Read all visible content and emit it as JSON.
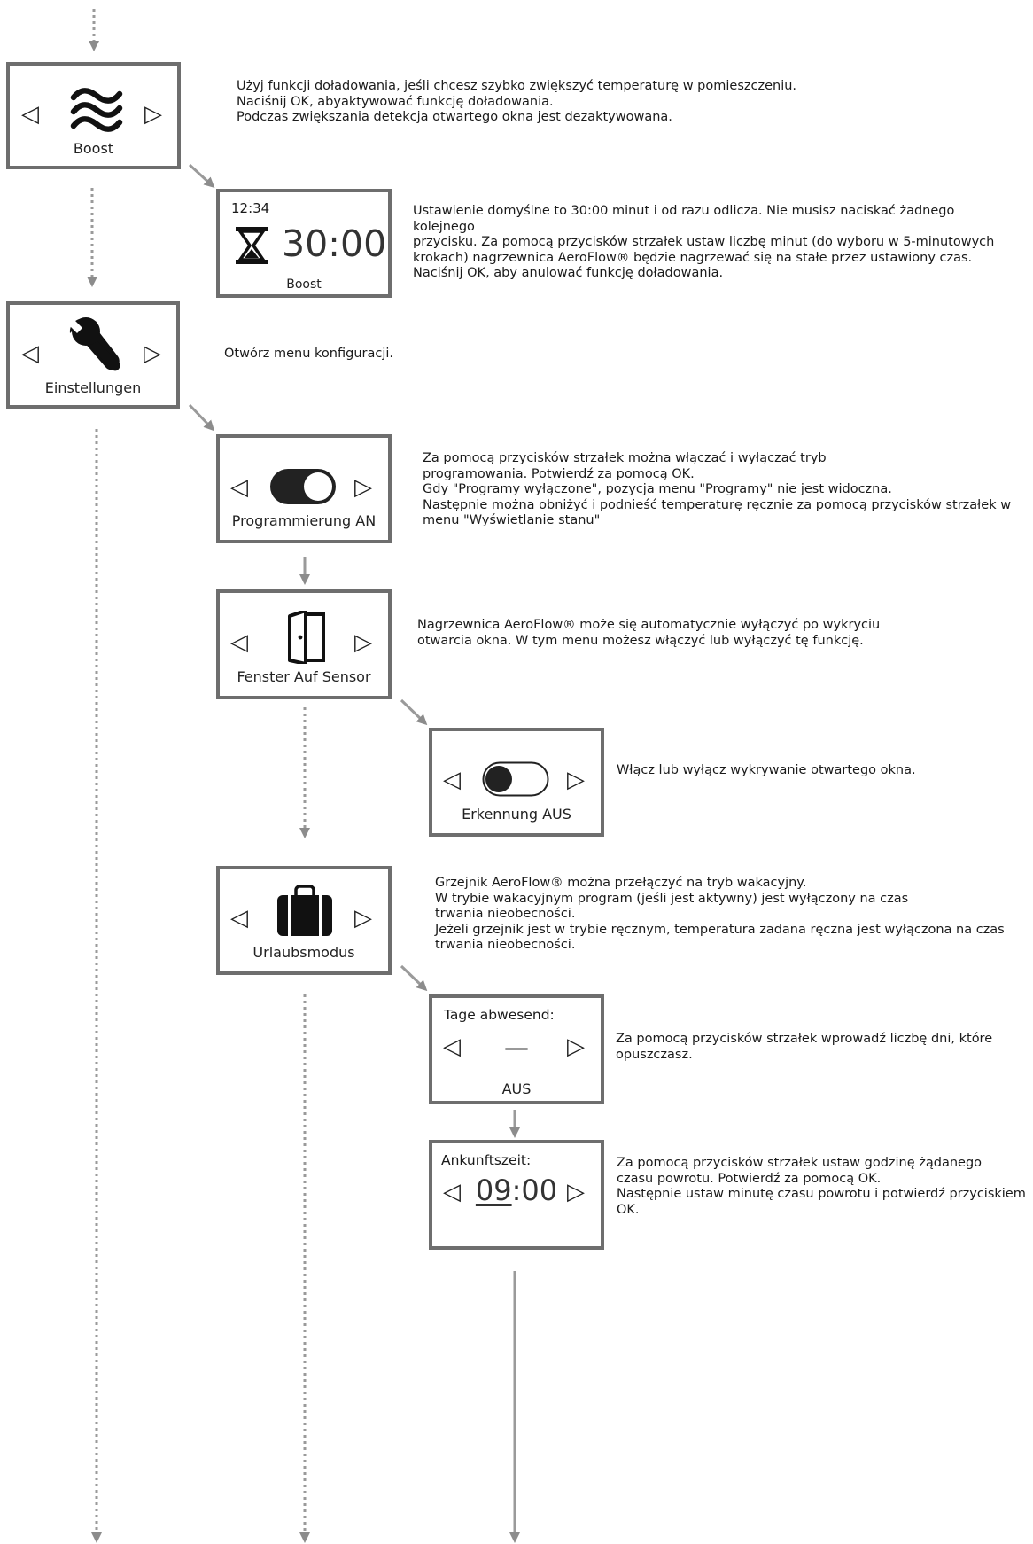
{
  "colors": {
    "arrow": "#8c8c8c",
    "border": "#6e6e6e",
    "icon": "#111111"
  },
  "screens": {
    "boost_menu": {
      "label": "Boost",
      "left_arrow": "◁",
      "right_arrow": "▷",
      "icon": "waves-icon"
    },
    "boost_timer": {
      "clock": "12:34",
      "timer": "30:00",
      "label": "Boost",
      "icon": "hourglass-icon"
    },
    "settings_menu": {
      "label": "Einstellungen",
      "left_arrow": "◁",
      "right_arrow": "▷",
      "icon": "wrench-icon"
    },
    "programming": {
      "label": "Programmierung AN",
      "left_arrow": "◁",
      "right_arrow": "▷",
      "icon": "toggle-on-icon"
    },
    "window_sensor": {
      "label": "Fenster Auf Sensor",
      "left_arrow": "◁",
      "right_arrow": "▷",
      "icon": "door-icon"
    },
    "detection": {
      "label": "Erkennung AUS",
      "left_arrow": "◁",
      "right_arrow": "▷",
      "icon": "toggle-off-icon"
    },
    "vacation": {
      "label": "Urlaubsmodus",
      "left_arrow": "◁",
      "right_arrow": "▷",
      "icon": "suitcase-icon"
    },
    "days_absent": {
      "title": "Tage abwesend:",
      "value": "—",
      "label": "AUS",
      "left_arrow": "◁",
      "right_arrow": "▷"
    },
    "arrival_time": {
      "title": "Ankunftszeit:",
      "hours": "09",
      "separator": ":",
      "minutes": "00",
      "left_arrow": "◁",
      "right_arrow": "▷"
    }
  },
  "descriptions": {
    "boost_menu": "Użyj funkcji doładowania, jeśli chcesz szybko zwiększyć temperaturę w pomieszczeniu.\nNaciśnij OK, abyaktywować funkcję doładowania.\nPodczas zwiększania detekcja otwartego okna jest dezaktywowana.",
    "boost_timer": "Ustawienie domyślne to 30:00 minut i od razu odlicza. Nie musisz naciskać żadnego\nkolejnego\nprzycisku. Za pomocą przycisków strzałek ustaw liczbę minut (do wyboru w 5-minutowych\nkrokach) nagrzewnica AeroFlow® będzie nagrzewać się na stałe przez ustawiony czas.\nNaciśnij OK, aby anulować funkcję doładowania.",
    "settings_menu": "Otwórz menu konfiguracji.",
    "programming": "Za pomocą przycisków strzałek można włączać i wyłączać tryb\nprogramowania. Potwierdź za pomocą OK.\nGdy \"Programy wyłączone\", pozycja menu \"Programy\" nie jest widoczna.\nNastępnie można obniżyć i podnieść temperaturę ręcznie za pomocą przycisków strzałek w\nmenu \"Wyświetlanie stanu\"",
    "window_sensor": "Nagrzewnica AeroFlow® może się automatycznie wyłączyć po wykryciu\notwarcia okna. W tym menu możesz włączyć lub wyłączyć tę funkcję.",
    "detection": "Włącz lub wyłącz wykrywanie otwartego okna.",
    "vacation": "Grzejnik AeroFlow® można przełączyć na tryb wakacyjny.\nW trybie wakacyjnym program (jeśli jest aktywny) jest wyłączony na czas\ntrwania nieobecności.\nJeżeli grzejnik jest w trybie ręcznym, temperatura zadana ręczna jest wyłączona na czas\ntrwania nieobecności.",
    "days_absent": "Za pomocą przycisków strzałek wprowadź liczbę dni, które\nopuszczasz.",
    "arrival_time": "Za pomocą przycisków strzałek ustaw godzinę żądanego\nczasu powrotu. Potwierdź za pomocą OK.\nNastępnie ustaw minutę czasu powrotu i potwierdź przyciskiem\nOK."
  }
}
